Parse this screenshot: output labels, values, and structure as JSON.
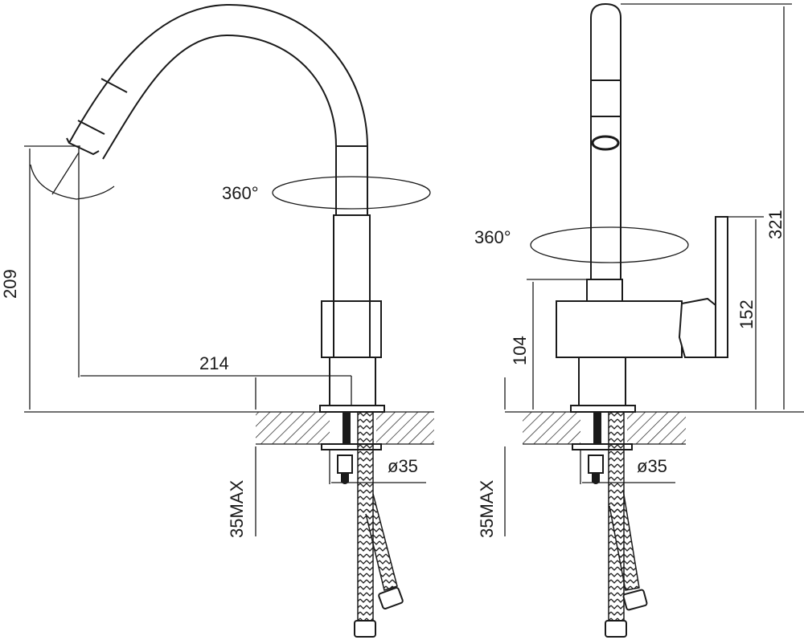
{
  "left_view": {
    "rotation_label": "360°",
    "height_dim": "209",
    "reach_dim": "214",
    "counter_thickness_dim": "35MAX",
    "hole_diameter_dim": "ø35"
  },
  "right_view": {
    "rotation_label": "360°",
    "total_height_dim": "321",
    "handle_height_dim": "152",
    "body_height_dim": "104",
    "counter_thickness_dim": "35MAX",
    "hole_diameter_dim": "ø35"
  },
  "colors": {
    "line": "#1a1a1a",
    "background": "#ffffff"
  }
}
